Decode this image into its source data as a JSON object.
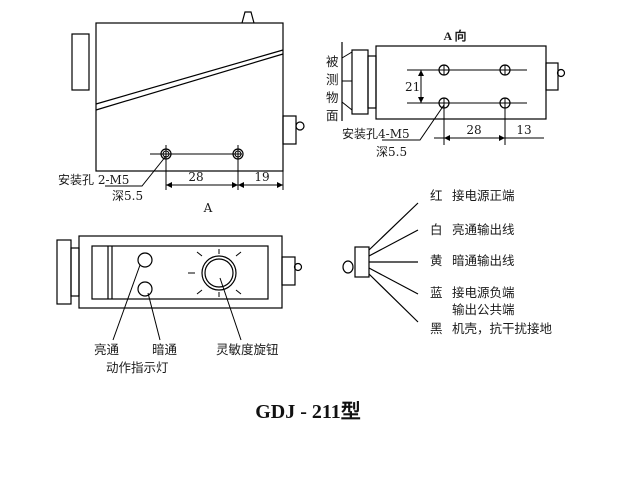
{
  "model_title": "GDJ - 211型",
  "side_view": {
    "hole_label": "安装孔 2-M5",
    "depth_label": "深5.5",
    "dim_hole_spacing": "28",
    "dim_edge": "19",
    "view_marker": "A"
  },
  "a_view": {
    "title": "A 向",
    "target_surface_label": [
      "被",
      "测",
      "物",
      "面"
    ],
    "dim_vertical": "21",
    "hole_label": "安装孔4-M5",
    "depth_label": "深5.5",
    "dim_hole_spacing": "28",
    "dim_edge": "13"
  },
  "front_view": {
    "indicator_labels": {
      "bright": "亮通",
      "dark": "暗通",
      "caption": "动作指示灯"
    },
    "knob_label": "灵敏度旋钮"
  },
  "wiring": {
    "wires": [
      {
        "color": "红",
        "description": "接电源正端"
      },
      {
        "color": "白",
        "description": "亮通输出线"
      },
      {
        "color": "黄",
        "description": "暗通输出线"
      },
      {
        "color": "蓝",
        "description": "接电源负端",
        "description2": "输出公共端"
      },
      {
        "color": "黑",
        "description": "机壳，抗干扰接地"
      }
    ]
  }
}
